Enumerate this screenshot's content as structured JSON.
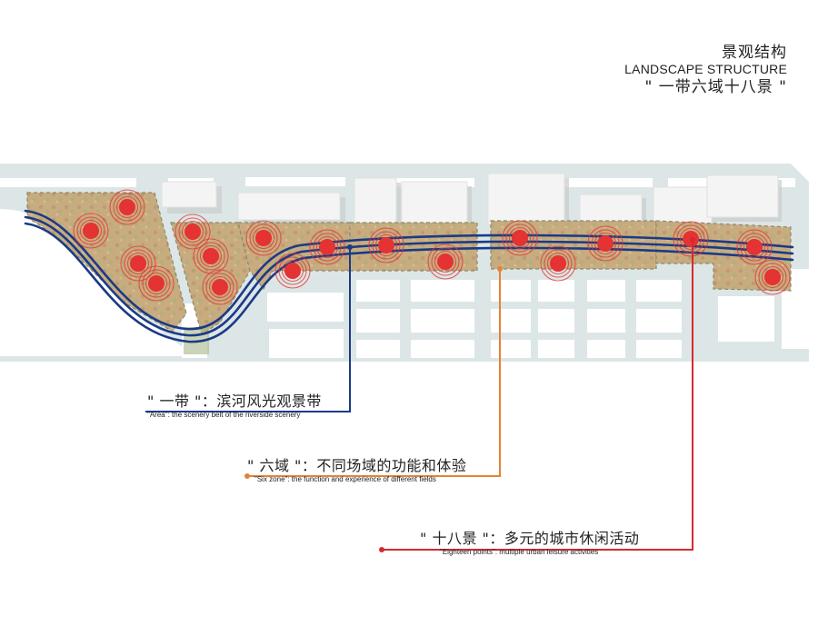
{
  "title": {
    "cn": "景观结构",
    "en": "LANDSCAPE STRUCTURE",
    "slogan": "\" 一带六域十八景 \""
  },
  "legend": {
    "belt": {
      "cn": "\" 一带 \"：滨河风光观景带",
      "en": "\"Area\": the scenery belt of the riverside scenery",
      "color": "#1b3a87"
    },
    "zones": {
      "cn": "\" 六域 \"：不同场域的功能和体验",
      "en": "\"Six zone\": the function and experience of different fields",
      "color": "#e0843a"
    },
    "points": {
      "cn": "\" 十八景 \"：多元的城市休闲活动",
      "en": "\"Eighteen points\": multiple urban leisure activities",
      "color": "#d42a2f"
    }
  },
  "colors": {
    "road": "#dde6e6",
    "block": "#ffffff",
    "building": "#f2f2f2",
    "park": "#c4a77a",
    "hotspot": "#e53232",
    "belt": "#1b3a87"
  }
}
